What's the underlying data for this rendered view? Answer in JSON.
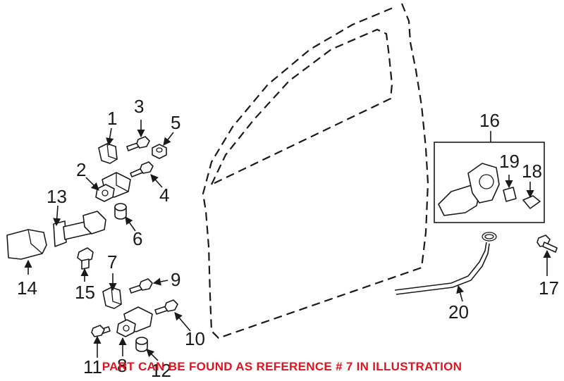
{
  "diagram": {
    "callouts": [
      "1",
      "2",
      "3",
      "4",
      "5",
      "6",
      "7",
      "8",
      "9",
      "10",
      "11",
      "12",
      "13",
      "14",
      "15",
      "16",
      "17",
      "18",
      "19",
      "20"
    ]
  },
  "note": {
    "text": "PART CAN BE FOUND AS REFERENCE # 7 IN ILLUSTRATION",
    "color": "#e0141e"
  },
  "colors": {
    "line": "#1a1a1a",
    "background": "#ffffff"
  }
}
